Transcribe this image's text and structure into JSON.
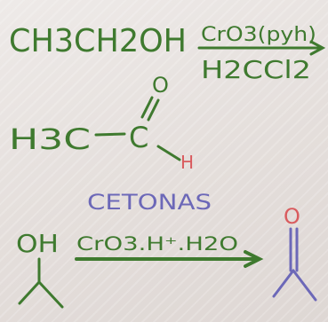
{
  "line1": {
    "reactant": "CH3CH2OH",
    "reagent_above": "CrO3(pyh)",
    "reagent_below": "H2CCl2"
  },
  "aldehyde": {
    "left_group": "H3C",
    "carbon": "C",
    "oxygen": "O",
    "hydrogen": "H"
  },
  "section_title": "CETONAS",
  "line2": {
    "hydroxyl": "OH",
    "reagent": "CrO3.H⁺.H2O",
    "oxygen": "O"
  },
  "colors": {
    "green_ink": "#3f7a2f",
    "violet_ink": "#6c68b8",
    "red_ink": "#d95b5e",
    "board": "#e7e2df"
  }
}
